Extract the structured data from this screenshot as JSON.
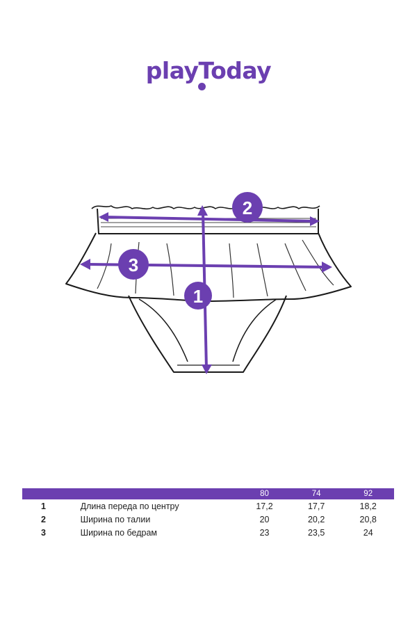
{
  "brand": {
    "logo_text": "playToday",
    "accent_color": "#6b3fb0"
  },
  "diagram": {
    "subject": "children-briefs-with-ruffle-skirt",
    "arrow_color": "#6b3fb0",
    "markers": [
      {
        "number": "1"
      },
      {
        "number": "2"
      },
      {
        "number": "3"
      }
    ]
  },
  "size_table": {
    "headers": [
      "",
      "",
      "80",
      "74",
      "92"
    ],
    "rows": [
      {
        "num": "1",
        "name": "Длина переда по центру",
        "values": [
          "17,2",
          "17,7",
          "18,2"
        ]
      },
      {
        "num": "2",
        "name": "Ширина по талии",
        "values": [
          "20",
          "20,2",
          "20,8"
        ]
      },
      {
        "num": "3",
        "name": "Ширина по бедрам",
        "values": [
          "23",
          "23,5",
          "24"
        ]
      }
    ]
  }
}
